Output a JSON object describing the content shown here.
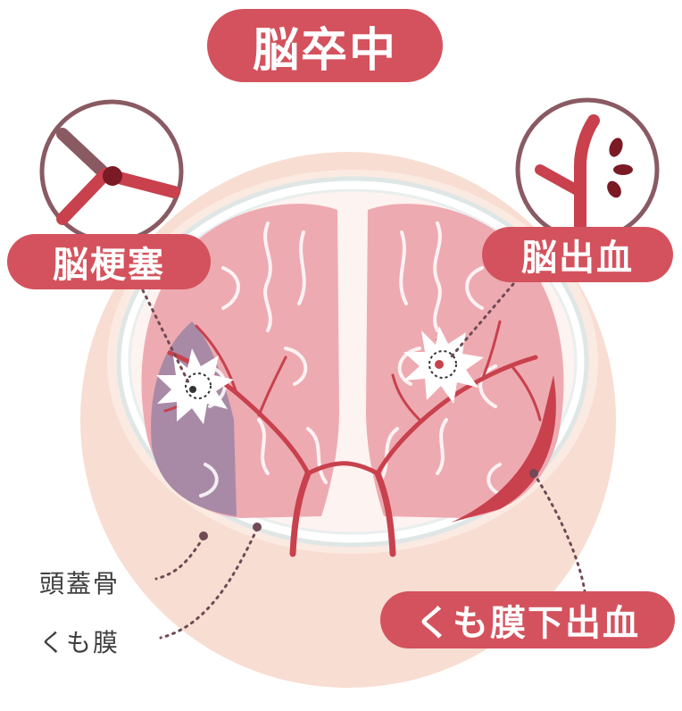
{
  "title": "脳卒中",
  "callouts": {
    "infarction": "脳梗塞",
    "hemorrhage": "脳出血",
    "subarachnoid": "くも膜下出血"
  },
  "labels": {
    "skull": "頭蓋骨",
    "arachnoid": "くも膜"
  },
  "colors": {
    "accent": "#d4525d",
    "vessel": "#c8414d",
    "brain": "#eeaab1",
    "skin": "#f8ddd2",
    "infarct_region": "#a88aa6"
  },
  "icons": [
    "blocked-artery-icon",
    "burst-vessel-icon"
  ]
}
